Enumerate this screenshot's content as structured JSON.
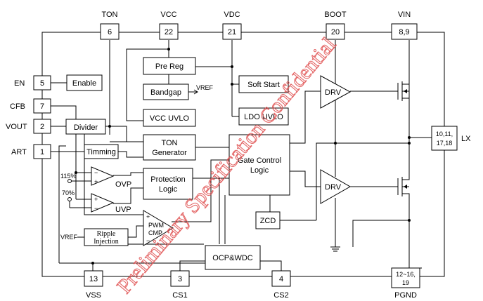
{
  "pins": {
    "ton": {
      "name": "TON",
      "num": "6"
    },
    "vcc": {
      "name": "VCC",
      "num": "22"
    },
    "vdc": {
      "name": "VDC",
      "num": "21"
    },
    "boot": {
      "name": "BOOT",
      "num": "20"
    },
    "vin": {
      "name": "VIN",
      "num": "8,9"
    },
    "en": {
      "name": "EN",
      "num": "5"
    },
    "cfb": {
      "name": "CFB",
      "num": "7"
    },
    "vout": {
      "name": "VOUT",
      "num": "2"
    },
    "art": {
      "name": "ART",
      "num": "1"
    },
    "lx": {
      "name": "LX",
      "num_line1": "10,11,",
      "num_line2": "17,18"
    },
    "vss": {
      "name": "VSS",
      "num": "13"
    },
    "cs1": {
      "name": "CS1",
      "num": "3"
    },
    "cs2": {
      "name": "CS2",
      "num": "4"
    },
    "pgnd": {
      "name": "PGND",
      "num_line1": "12~16,",
      "num_line2": "19"
    }
  },
  "blocks": {
    "pre_reg": "Pre Reg",
    "bandgap": "Bandgap",
    "vref_out": "VREF",
    "vcc_uvlo": "VCC UVLO",
    "soft_start": "Soft Start",
    "ldo_uvlo": "LDO UVLO",
    "enable": "Enable",
    "divider": "Divider",
    "timming": "Timming",
    "ton_gen_line1": "TON",
    "ton_gen_line2": "Generator",
    "gate_ctrl_line1": "Gate Control",
    "gate_ctrl_line2": "Logic",
    "protection_line1": "Protection",
    "protection_line2": "Logic",
    "ripple_line1": "Ripple",
    "ripple_line2": "Injection",
    "vref_in": "VREF",
    "pwm_line1": "PWM",
    "pwm_line2": "CMP",
    "ocp": "OCP&WDC",
    "zcd": "ZCD",
    "drv_high": "DRV",
    "drv_low": "DRV",
    "ovp": "OVP",
    "uvp": "UVP",
    "ovp_pct": "115%",
    "uvp_pct": "70%"
  },
  "watermark": "Preliminary Specification Confidential"
}
